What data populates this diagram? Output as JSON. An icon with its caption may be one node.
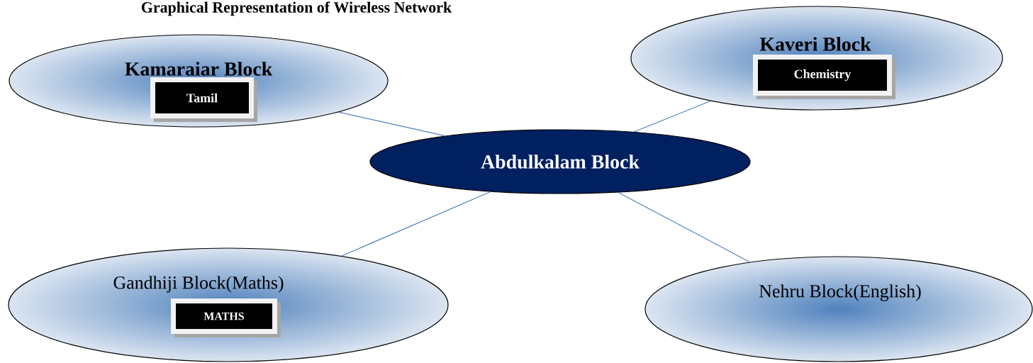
{
  "diagram": {
    "title": "Graphical Representation of Wireless Network",
    "nodes": [
      {
        "text": [
          "Kamaraiar Block"
        ]
      },
      {
        "text": [
          "Tamil"
        ],
        "in": 0
      },
      {
        "text": [
          "Kaveri Block"
        ]
      },
      {
        "text": [
          "Chemistry"
        ],
        "in": 2
      },
      {
        "text": [
          "Abdulkalam Block"
        ]
      },
      {
        "text": [
          "Gandhiji Block(Maths)"
        ]
      },
      {
        "text": [
          "MATHS"
        ],
        "in": 5
      },
      {
        "text": [
          "Nehru Block(English)"
        ]
      }
    ],
    "edges": [
      {
        "from": 0,
        "to": 4,
        "arrow": "none"
      },
      {
        "from": 2,
        "to": 4,
        "arrow": "none"
      },
      {
        "from": 5,
        "to": 4,
        "arrow": "none"
      },
      {
        "from": 7,
        "to": 4,
        "arrow": "none"
      }
    ]
  }
}
